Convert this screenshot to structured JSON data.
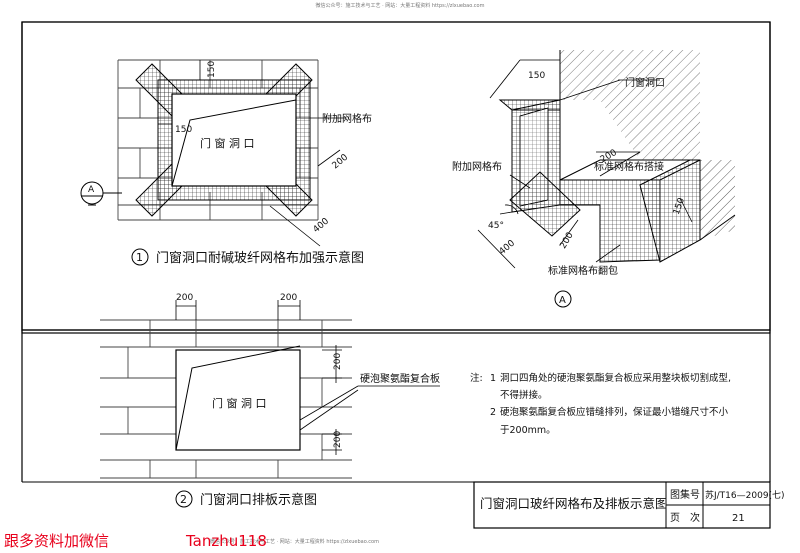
{
  "top_watermark": "微信公众号：施工技术与工艺 · 网站：大量工程资料 https://zlxuebao.com",
  "bottom_watermark": "微信公众号：施工技术与工艺 · 网站：大量工程资料 https://zlxuebao.com",
  "fig1": {
    "caption_num": "1",
    "caption": "门窗洞口耐碱玻纤网格布加强示意图",
    "opening_label": "门 窗 洞 口",
    "mesh_label": "附加网格布",
    "dim_150_top": "150",
    "dim_150_left": "150",
    "dim_200": "200",
    "dim_400": "400",
    "section_mark": "A"
  },
  "figA": {
    "opening_label": "门窗洞口",
    "mesh_label": "附加网格布",
    "std_lap": "标准网格布搭接",
    "std_wrap": "标准网格布翻包",
    "dim_150_top": "150",
    "dim_150_right": "150",
    "dim_200": "200",
    "dim_400": "400",
    "angle": "45°",
    "section_mark": "A"
  },
  "fig2": {
    "caption_num": "2",
    "caption": "门窗洞口排板示意图",
    "opening_label": "门 窗 洞 口",
    "board_label": "硬泡聚氨酯复合板",
    "dim_top_left": "200",
    "dim_top_right": "200",
    "dim_right_top": "200",
    "dim_right_bottom": "200"
  },
  "notes": {
    "prefix": "注:",
    "item1_num": "1",
    "item1_line1": "洞口四角处的硬泡聚氨酯复合板应采用整块板切割成型,",
    "item1_line2": "不得拼接。",
    "item2_num": "2",
    "item2_line1": "硬泡聚氨酯复合板应错缝排列，保证最小错缝尺寸不小",
    "item2_line2": "于200mm。"
  },
  "title_block": {
    "title": "门窗洞口玻纤网格布及排板示意图",
    "atlas_label": "图集号",
    "atlas_value": "苏J/T16—2009(七)",
    "page_label": "页　次",
    "page_value": "21"
  },
  "overlay": {
    "left_text": "跟多资料加微信",
    "right_text": "Tanzhu118"
  }
}
